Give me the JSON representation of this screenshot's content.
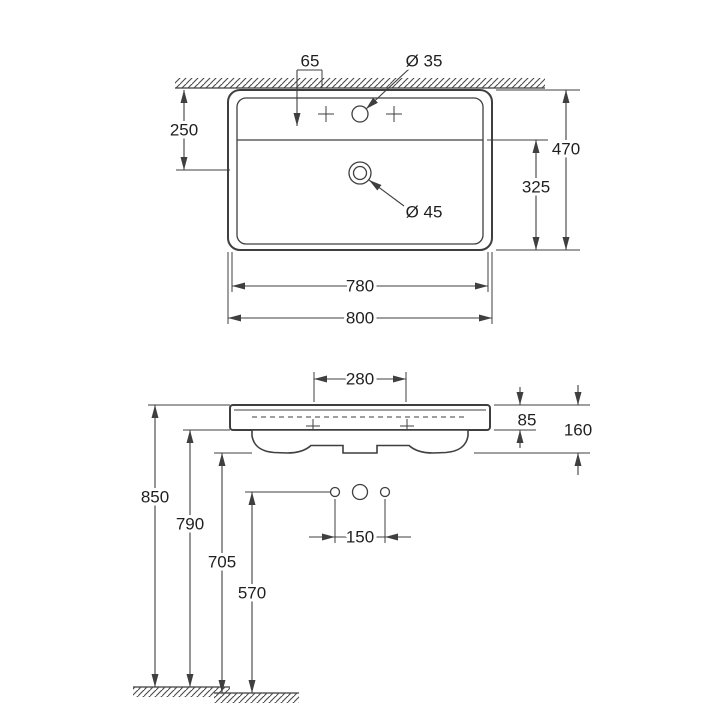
{
  "drawing": {
    "top_view": {
      "tap_hole_offset": "65",
      "tap_hole_diameter": "Ø 35",
      "rear_to_drain": "250",
      "overall_depth": "470",
      "bowl_depth": "325",
      "drain_diameter": "Ø 45",
      "bowl_width": "780",
      "overall_width": "800"
    },
    "front_view": {
      "tap_platform_width": "280",
      "rim_height": "85",
      "edge_height": "160",
      "overall_height": "850",
      "underside_height": "790",
      "apron_height": "705",
      "fixing_height": "570",
      "fixing_hole_spacing": "150"
    },
    "colors": {
      "line": "#3f3f3f",
      "text": "#1f1f1f",
      "background": "#ffffff"
    }
  }
}
